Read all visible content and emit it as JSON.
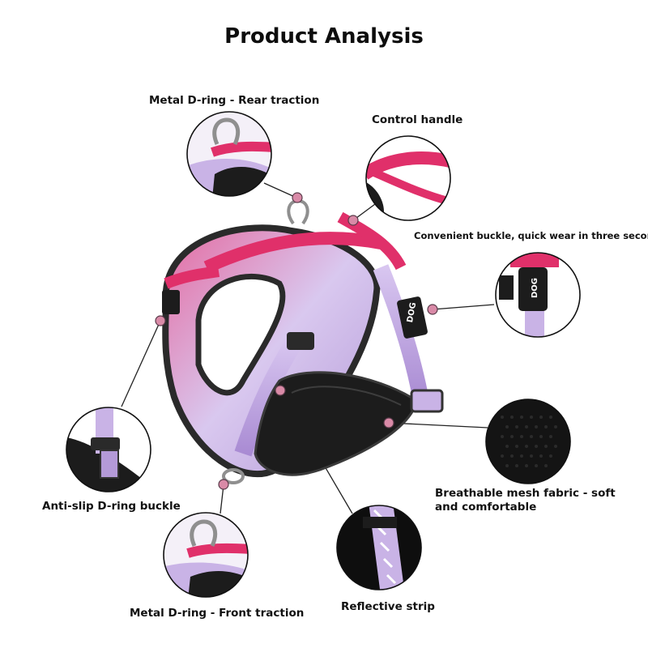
{
  "title": "Product Analysis",
  "callouts": {
    "rear_ring": "Metal D-ring - Rear traction",
    "control_handle": "Control handle",
    "buckle": "Convenient buckle, quick wear in three seconds",
    "anti_slip": "Anti-slip D-ring buckle",
    "mesh": "Breathable mesh fabric - soft and comfortable",
    "front_ring": "Metal D-ring - Front traction",
    "reflective": "Reflective strip"
  },
  "colors": {
    "pink": "#e0306a",
    "lavender": "#c9b3e6",
    "lilac": "#a98bd3",
    "black": "#1c1c1c",
    "marker": "#d98aa7"
  }
}
